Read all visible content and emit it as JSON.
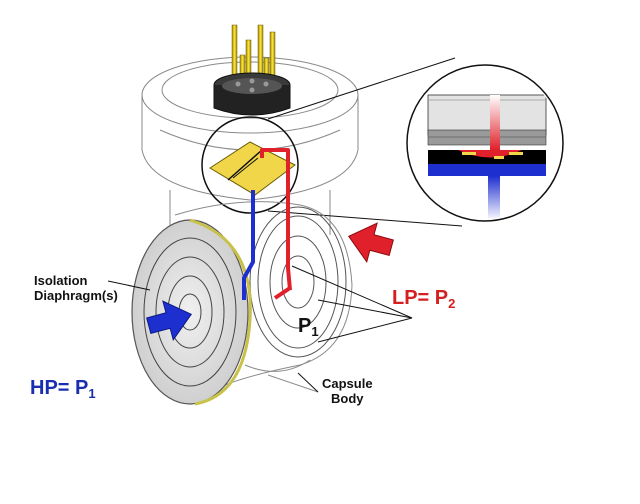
{
  "labels": {
    "isolation": "Isolation\nDiaphragm(s)",
    "capsule": "Capsule\nBody",
    "p1": "P",
    "p1_sub": "1",
    "lp": "LP= P",
    "lp_sub": "2",
    "hp": "HP= P",
    "hp_sub": "1"
  },
  "colors": {
    "hp_color": "#1a2fb0",
    "lp_color": "#d42020",
    "label_color": "#111111",
    "sensor_chip": "#f2d64a",
    "diaphragm_fill": "#d9d9d9",
    "diaphragm_rim": "#c8c24a"
  }
}
